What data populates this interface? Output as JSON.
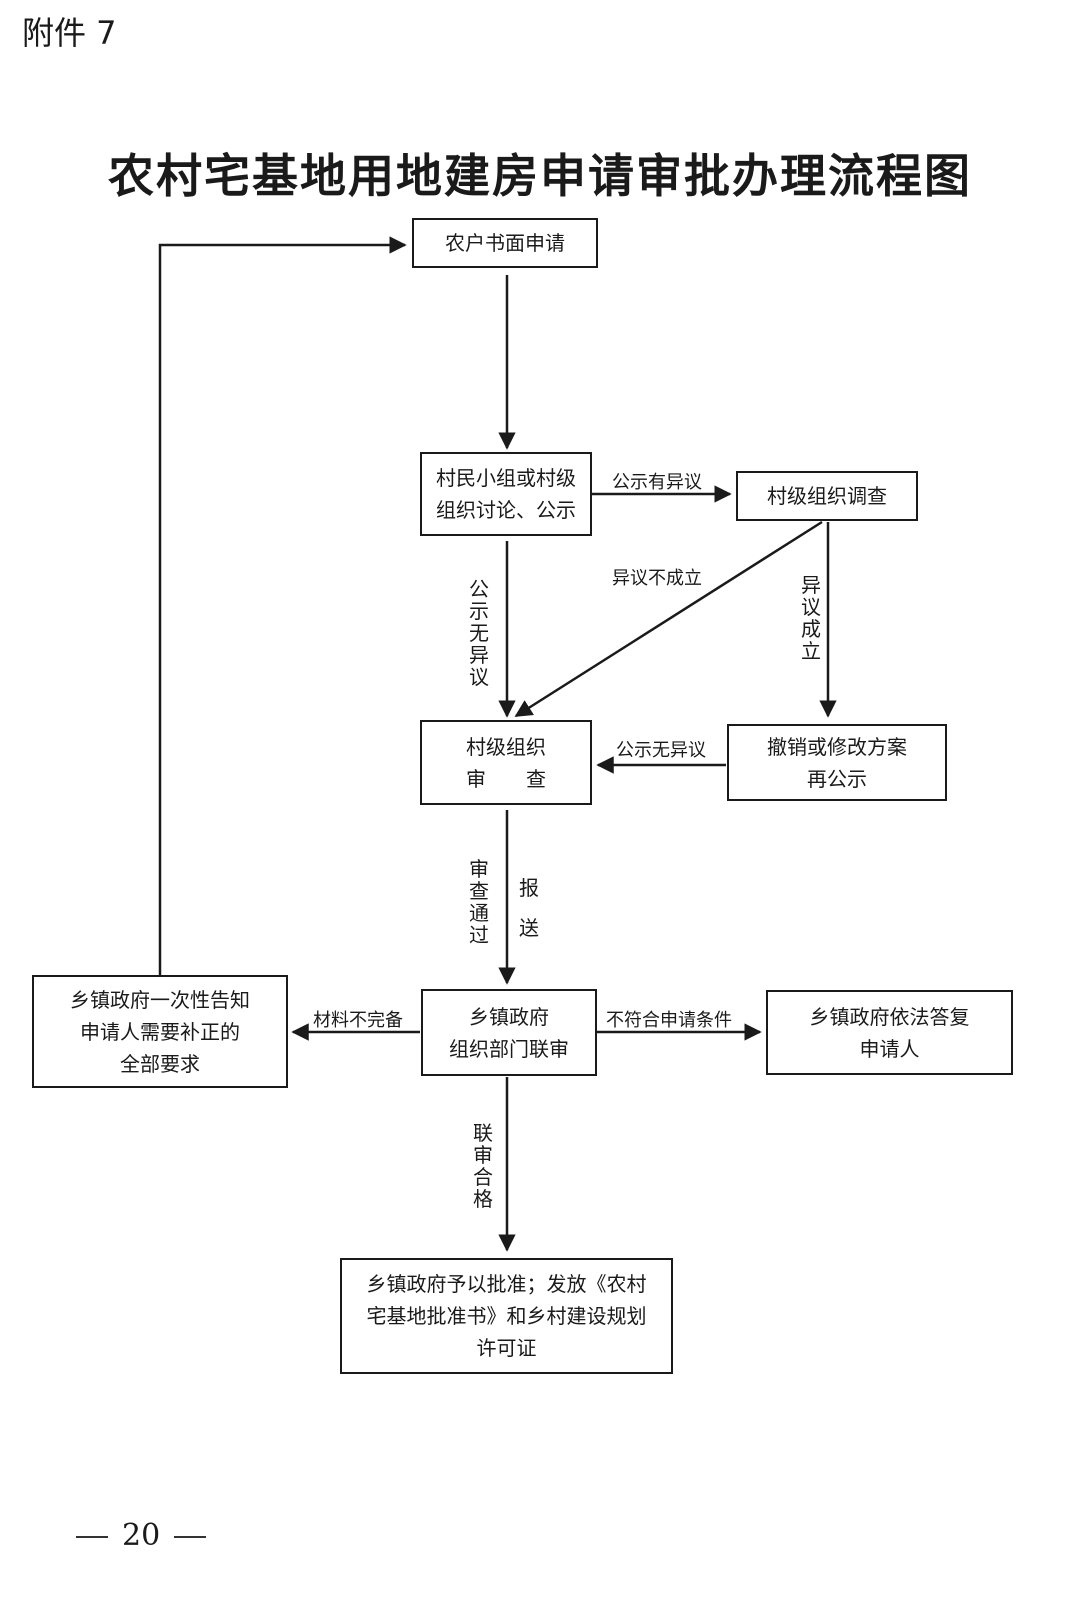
{
  "header": {
    "attachment_label": "附件 7",
    "title": "农村宅基地用地建房申请审批办理流程图"
  },
  "nodes": {
    "apply": {
      "lines": [
        "农户书面申请"
      ]
    },
    "discuss": {
      "lines": [
        "村民小组或村级",
        "组织讨论、公示"
      ]
    },
    "investigate": {
      "lines": [
        "村级组织调查"
      ]
    },
    "village_review": {
      "lines": [
        "村级组织",
        "审　　查"
      ]
    },
    "revise": {
      "lines": [
        "撤销或修改方案",
        "再公示"
      ]
    },
    "joint_review": {
      "lines": [
        "乡镇政府",
        "组织部门联审"
      ]
    },
    "notify": {
      "lines": [
        "乡镇政府一次性告知",
        "申请人需要补正的",
        "全部要求"
      ]
    },
    "reply": {
      "lines": [
        "乡镇政府依法答复",
        "申请人"
      ]
    },
    "approve": {
      "lines": [
        "乡镇政府予以批准；发放《农村",
        "宅基地批准书》和乡村建设规划",
        "许可证"
      ]
    }
  },
  "edges": {
    "objection": "公示有异议",
    "objection_invalid": "异议不成立",
    "no_objection": "公示无异议",
    "objection_valid": "异议成立",
    "no_objection_2": "公示无异议",
    "review_passed": "审查通过",
    "submit": "报送",
    "incomplete": "材料不完备",
    "not_qualified": "不符合申请条件",
    "joint_passed": "联审合格"
  },
  "footer": {
    "page_number": "20"
  }
}
